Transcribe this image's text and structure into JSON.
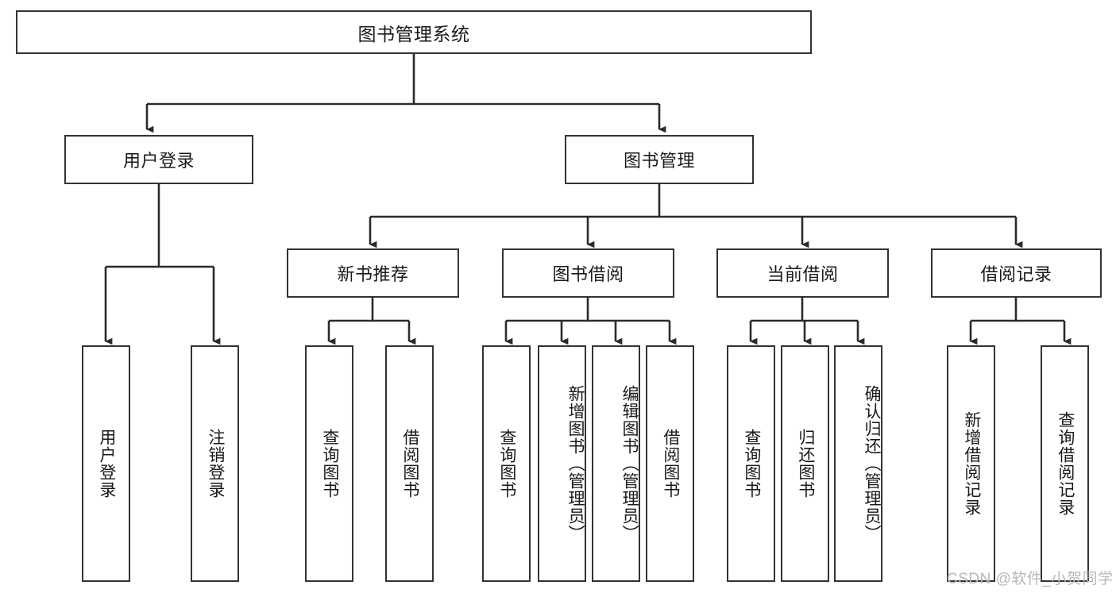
{
  "diagram": {
    "title": "图书管理系统",
    "type": "hierarchy-tree",
    "root": {
      "label": "图书管理系统"
    },
    "level2": [
      {
        "id": "user-login",
        "label": "用户登录"
      },
      {
        "id": "book-management",
        "label": "图书管理"
      }
    ],
    "level3": [
      {
        "id": "new-book-recommend",
        "label": "新书推荐",
        "parent": "book-management"
      },
      {
        "id": "book-borrow",
        "label": "图书借阅",
        "parent": "book-management"
      },
      {
        "id": "current-borrow",
        "label": "当前借阅",
        "parent": "book-management"
      },
      {
        "id": "borrow-record",
        "label": "借阅记录",
        "parent": "book-management"
      }
    ],
    "leaves": [
      {
        "id": "leaf-user-login",
        "label": "用户登录",
        "parent": "user-login"
      },
      {
        "id": "leaf-logout-login",
        "label": "注销登录",
        "parent": "user-login"
      },
      {
        "id": "leaf-query-book-1",
        "label": "查询图书",
        "parent": "new-book-recommend"
      },
      {
        "id": "leaf-borrow-book-1",
        "label": "借阅图书",
        "parent": "new-book-recommend"
      },
      {
        "id": "leaf-query-book-2",
        "label": "查询图书",
        "parent": "book-borrow"
      },
      {
        "id": "leaf-add-book",
        "label": "新增图书（管理员）",
        "parent": "book-borrow"
      },
      {
        "id": "leaf-edit-book",
        "label": "编辑图书（管理员）",
        "parent": "book-borrow"
      },
      {
        "id": "leaf-borrow-book-2",
        "label": "借阅图书",
        "parent": "book-borrow"
      },
      {
        "id": "leaf-query-book-3",
        "label": "查询图书",
        "parent": "current-borrow"
      },
      {
        "id": "leaf-return-book",
        "label": "归还图书",
        "parent": "current-borrow"
      },
      {
        "id": "leaf-confirm-return",
        "label": "确认归还（管理员）",
        "parent": "current-borrow"
      },
      {
        "id": "leaf-add-record",
        "label": "新增借阅记录",
        "parent": "borrow-record"
      },
      {
        "id": "leaf-query-record",
        "label": "查询借阅记录",
        "parent": "borrow-record"
      }
    ]
  },
  "watermark": {
    "text": "CSDN @软件_小贺同学"
  },
  "colors": {
    "border": "#333333",
    "text": "#1a1a1a",
    "background": "#ffffff",
    "watermark": "#b8b8b8"
  }
}
